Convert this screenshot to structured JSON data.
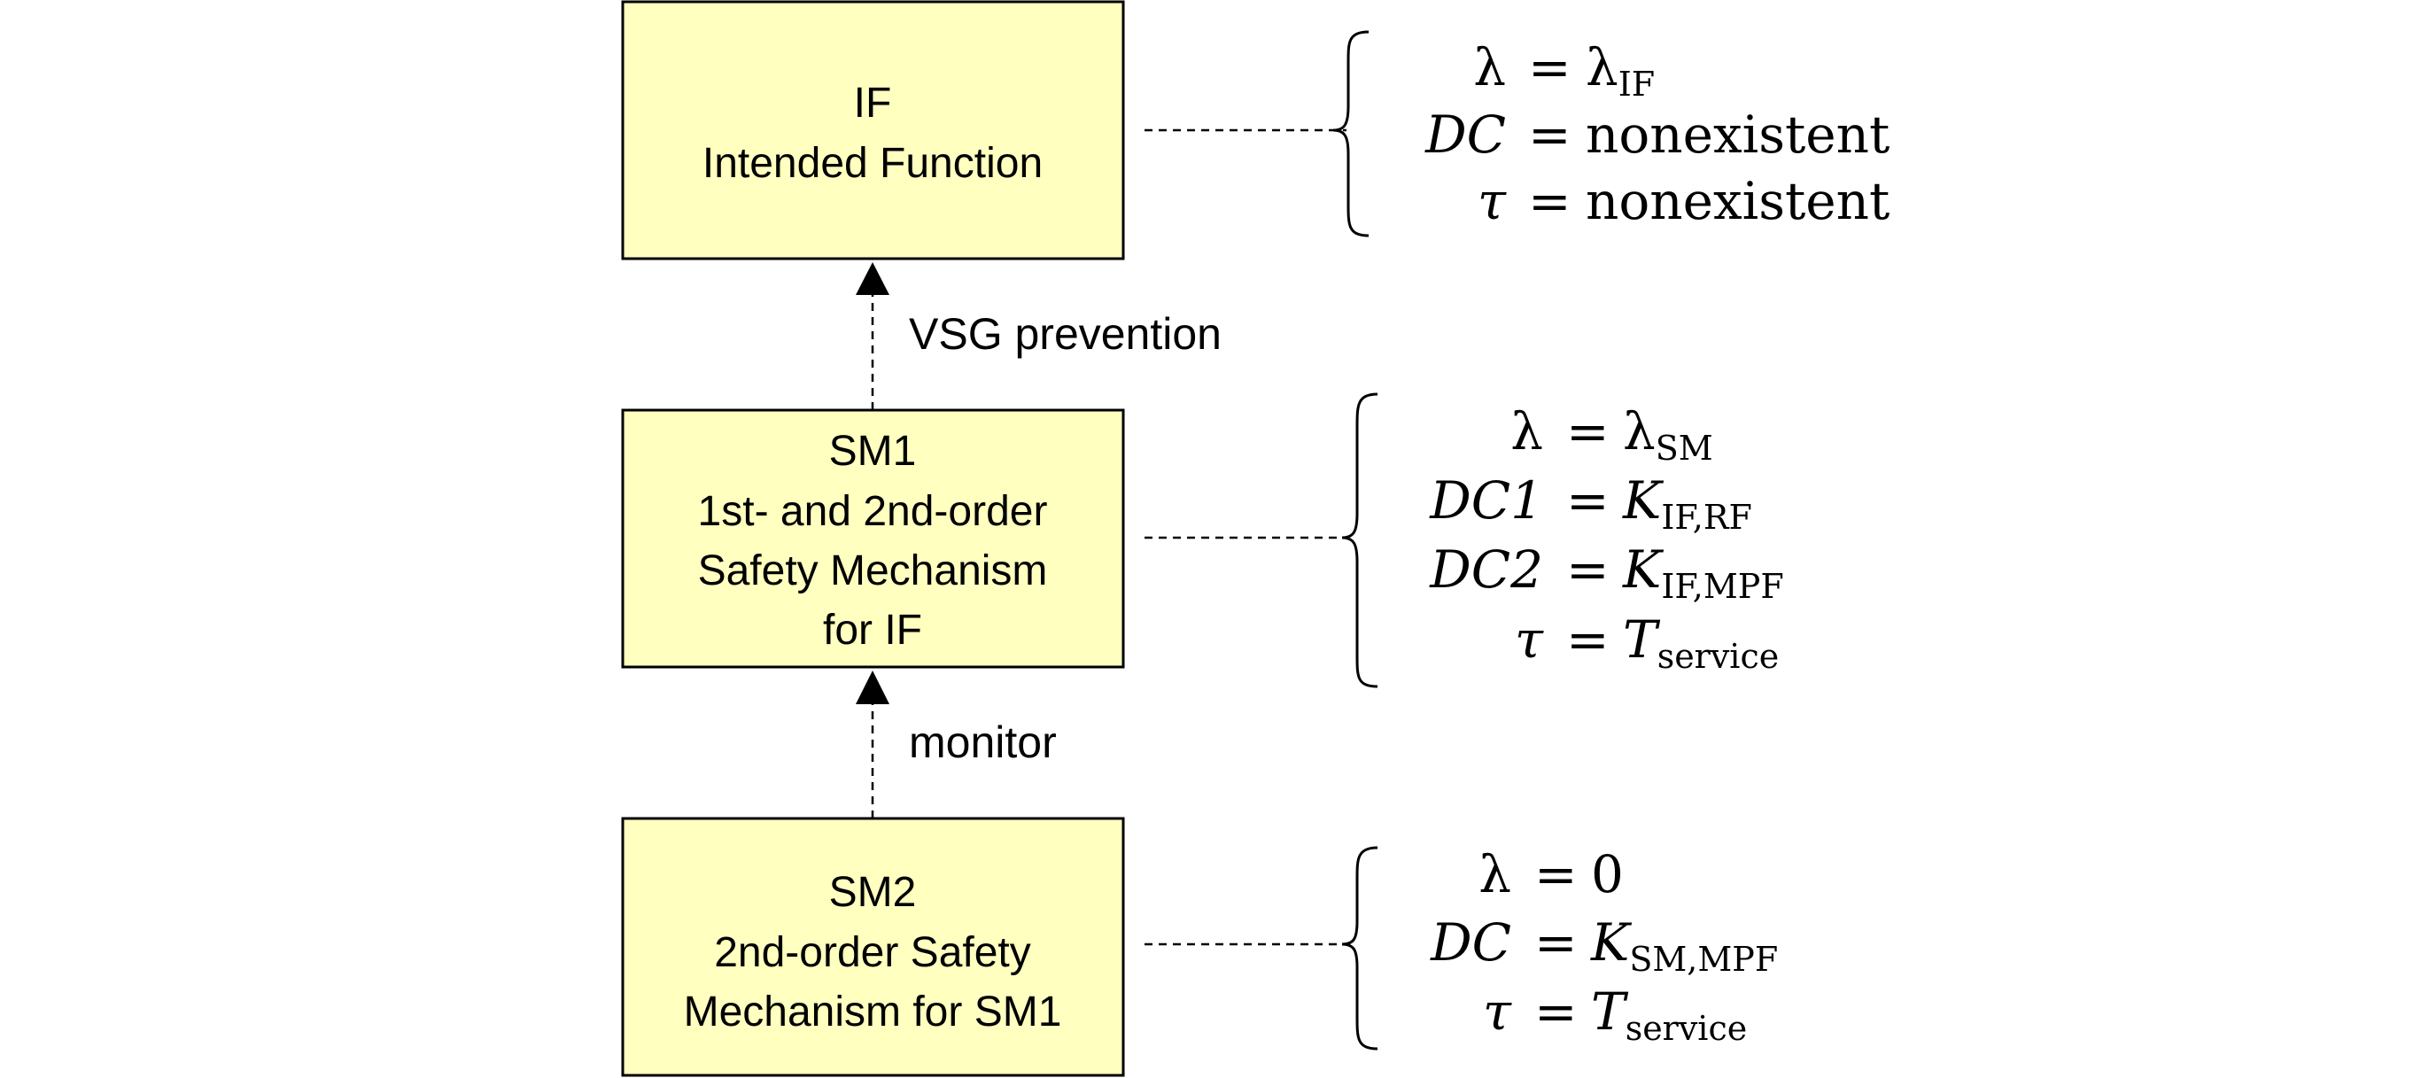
{
  "colors": {
    "box_fill": "#ffffc0",
    "stroke": "#000000"
  },
  "blocks": {
    "if": {
      "line1": "IF",
      "line2": "Intended Function"
    },
    "sm1": {
      "line1": "SM1",
      "line2": "1st- and 2nd-order",
      "line3": "Safety Mechanism",
      "line4": "for IF"
    },
    "sm2": {
      "line1": "SM2",
      "line2": "2nd-order Safety",
      "line3": "Mechanism for SM1"
    }
  },
  "arrows": {
    "vsg": "VSG prevention",
    "monitor": "monitor"
  },
  "params": {
    "if": {
      "lambda": {
        "lhs": "λ",
        "eq": "=",
        "rhs": "λ",
        "rhs_sub": "IF"
      },
      "dc": {
        "lhs": "DC",
        "eq": "=",
        "rhs": "nonexistent"
      },
      "tau": {
        "lhs": "τ",
        "eq": "=",
        "rhs": "nonexistent"
      }
    },
    "sm1": {
      "lambda": {
        "lhs": "λ",
        "eq": "=",
        "rhs": "λ",
        "rhs_sub": "SM"
      },
      "dc1": {
        "lhs": "DC1",
        "eq": "=",
        "rhs": "K",
        "rhs_sub": "IF,RF"
      },
      "dc2": {
        "lhs": "DC2",
        "eq": "=",
        "rhs": "K",
        "rhs_sub": "IF,MPF"
      },
      "tau": {
        "lhs": "τ",
        "eq": "=",
        "rhs": "T",
        "rhs_sub": "service"
      }
    },
    "sm2": {
      "lambda": {
        "lhs": "λ",
        "eq": "=",
        "rhs": "0"
      },
      "dc": {
        "lhs": "DC",
        "eq": "=",
        "rhs": "K",
        "rhs_sub": "SM,MPF"
      },
      "tau": {
        "lhs": "τ",
        "eq": "=",
        "rhs": "T",
        "rhs_sub": "service"
      }
    }
  }
}
